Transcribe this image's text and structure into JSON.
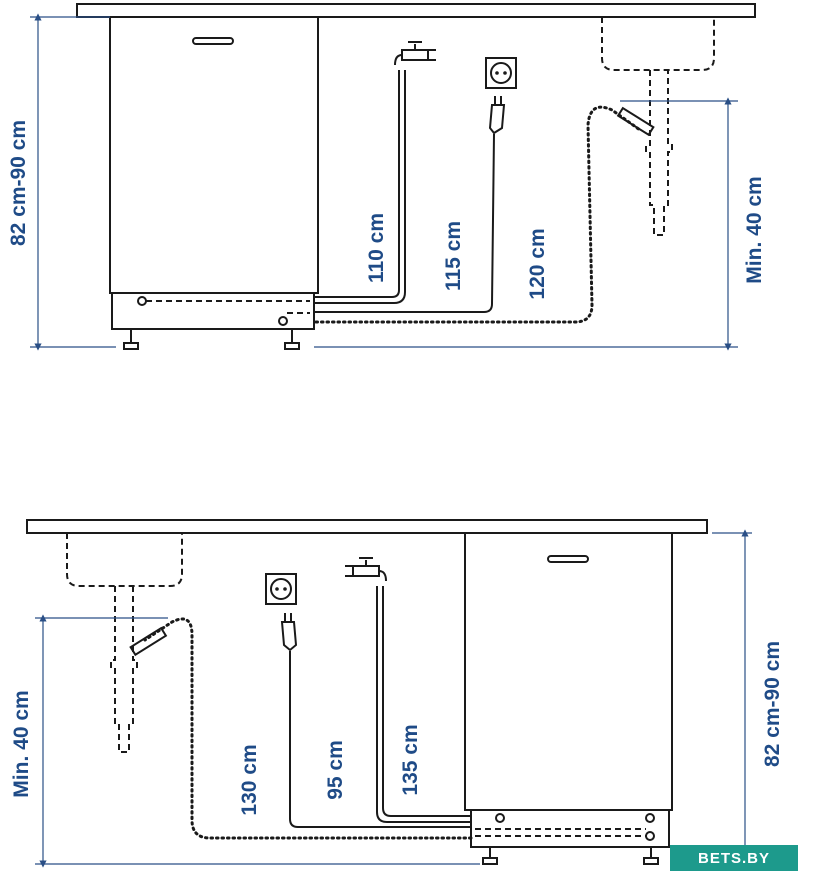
{
  "top_diagram": {
    "height_label": "82 cm-90 cm",
    "min_height_label": "Min. 40 cm",
    "hose_labels": [
      "110 cm",
      "115 cm",
      "120 cm"
    ]
  },
  "bottom_diagram": {
    "height_label": "82 cm-90 cm",
    "min_height_label": "Min. 40 cm",
    "hose_labels": [
      "130 cm",
      "95 cm",
      "135 cm"
    ]
  },
  "watermark": "BETS.BY"
}
